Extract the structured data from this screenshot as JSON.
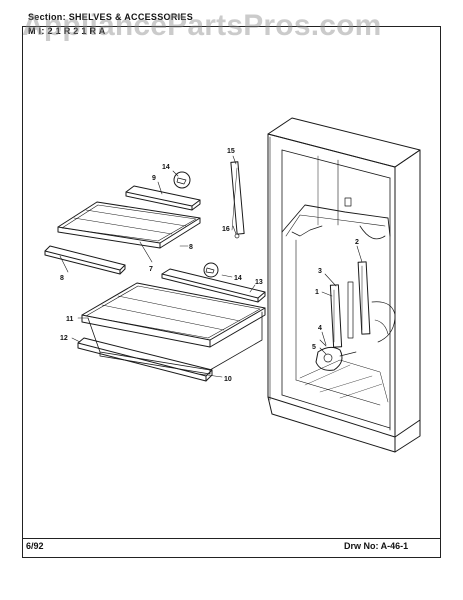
{
  "header": {
    "section_line": "Section:  SHELVES & ACCESSORIES",
    "model_line": "M    l:      2 1 R       2 1 R A"
  },
  "watermark": "AppliancePartsPros.com",
  "footer": {
    "date": "6/92",
    "drawing_number": "Drw No:  A-46-1"
  },
  "callouts": [
    "14",
    "9",
    "15",
    "16",
    "8",
    "7",
    "8",
    "2",
    "3",
    "1",
    "14",
    "13",
    "11",
    "4",
    "5",
    "12",
    "10"
  ]
}
